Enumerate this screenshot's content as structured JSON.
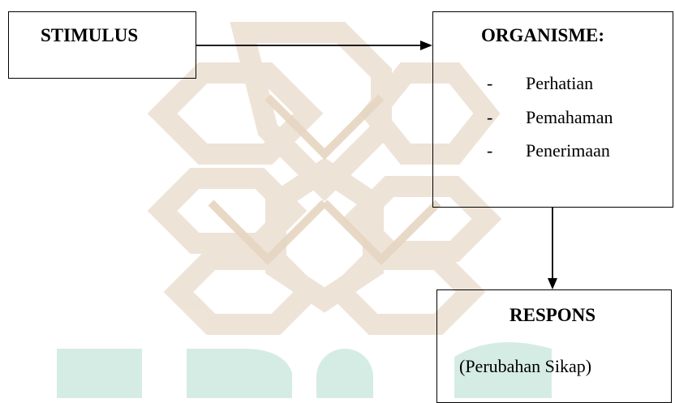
{
  "stimulus": {
    "title": "STIMULUS"
  },
  "organisme": {
    "title": "ORGANISME:",
    "items": [
      {
        "dash": "-",
        "label": "Perhatian"
      },
      {
        "dash": "-",
        "label": "Pemahaman"
      },
      {
        "dash": "-",
        "label": "Penerimaan"
      }
    ]
  },
  "respons": {
    "title": "RESPONS",
    "subtitle": "(Perubahan Sikap)"
  },
  "colors": {
    "watermark_brown": "#eadccd",
    "watermark_green": "#cfe6df",
    "line": "#000000"
  }
}
